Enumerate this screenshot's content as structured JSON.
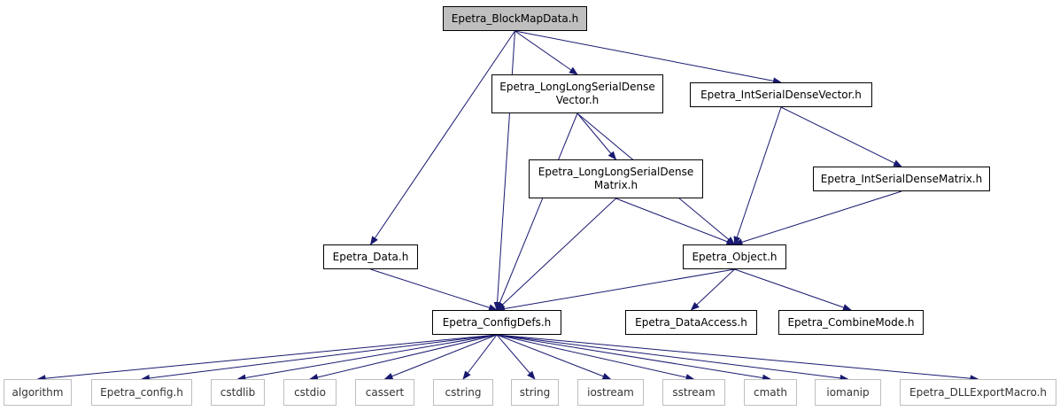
{
  "diagram": {
    "type": "include-dependency-graph",
    "colors": {
      "edge": "#191970",
      "root_fill": "#bfbfbf",
      "node_border": "#000000",
      "external_border": "#bfbfbf"
    },
    "nodes": [
      {
        "id": "root",
        "label": "Epetra_BlockMapData.h",
        "kind": "root"
      },
      {
        "id": "llvec",
        "label": "Epetra_LongLongSerialDense\nVector.h",
        "kind": "internal"
      },
      {
        "id": "intvec",
        "label": "Epetra_IntSerialDenseVector.h",
        "kind": "internal"
      },
      {
        "id": "llmat",
        "label": "Epetra_LongLongSerialDense\nMatrix.h",
        "kind": "internal"
      },
      {
        "id": "intmat",
        "label": "Epetra_IntSerialDenseMatrix.h",
        "kind": "internal"
      },
      {
        "id": "data",
        "label": "Epetra_Data.h",
        "kind": "internal"
      },
      {
        "id": "object",
        "label": "Epetra_Object.h",
        "kind": "internal"
      },
      {
        "id": "config",
        "label": "Epetra_ConfigDefs.h",
        "kind": "internal"
      },
      {
        "id": "access",
        "label": "Epetra_DataAccess.h",
        "kind": "internal"
      },
      {
        "id": "combine",
        "label": "Epetra_CombineMode.h",
        "kind": "internal"
      },
      {
        "id": "algorithm",
        "label": "algorithm",
        "kind": "external"
      },
      {
        "id": "epconfig",
        "label": "Epetra_config.h",
        "kind": "external"
      },
      {
        "id": "cstdlib",
        "label": "cstdlib",
        "kind": "external"
      },
      {
        "id": "cstdio",
        "label": "cstdio",
        "kind": "external"
      },
      {
        "id": "cassert",
        "label": "cassert",
        "kind": "external"
      },
      {
        "id": "cstring",
        "label": "cstring",
        "kind": "external"
      },
      {
        "id": "string",
        "label": "string",
        "kind": "external"
      },
      {
        "id": "iostream",
        "label": "iostream",
        "kind": "external"
      },
      {
        "id": "sstream",
        "label": "sstream",
        "kind": "external"
      },
      {
        "id": "cmath",
        "label": "cmath",
        "kind": "external"
      },
      {
        "id": "iomanip",
        "label": "iomanip",
        "kind": "external"
      },
      {
        "id": "dllexport",
        "label": "Epetra_DLLExportMacro.h",
        "kind": "external"
      }
    ],
    "edges": [
      {
        "from": "root",
        "to": "data"
      },
      {
        "from": "root",
        "to": "config"
      },
      {
        "from": "root",
        "to": "llvec"
      },
      {
        "from": "root",
        "to": "intvec"
      },
      {
        "from": "llvec",
        "to": "config"
      },
      {
        "from": "llvec",
        "to": "llmat"
      },
      {
        "from": "llvec",
        "to": "object"
      },
      {
        "from": "intvec",
        "to": "object"
      },
      {
        "from": "intvec",
        "to": "intmat"
      },
      {
        "from": "llmat",
        "to": "config"
      },
      {
        "from": "llmat",
        "to": "object"
      },
      {
        "from": "intmat",
        "to": "object"
      },
      {
        "from": "data",
        "to": "config"
      },
      {
        "from": "object",
        "to": "config"
      },
      {
        "from": "object",
        "to": "access"
      },
      {
        "from": "object",
        "to": "combine"
      },
      {
        "from": "config",
        "to": "algorithm"
      },
      {
        "from": "config",
        "to": "epconfig"
      },
      {
        "from": "config",
        "to": "cstdlib"
      },
      {
        "from": "config",
        "to": "cstdio"
      },
      {
        "from": "config",
        "to": "cassert"
      },
      {
        "from": "config",
        "to": "cstring"
      },
      {
        "from": "config",
        "to": "string"
      },
      {
        "from": "config",
        "to": "iostream"
      },
      {
        "from": "config",
        "to": "sstream"
      },
      {
        "from": "config",
        "to": "cmath"
      },
      {
        "from": "config",
        "to": "iomanip"
      },
      {
        "from": "config",
        "to": "dllexport"
      }
    ]
  }
}
